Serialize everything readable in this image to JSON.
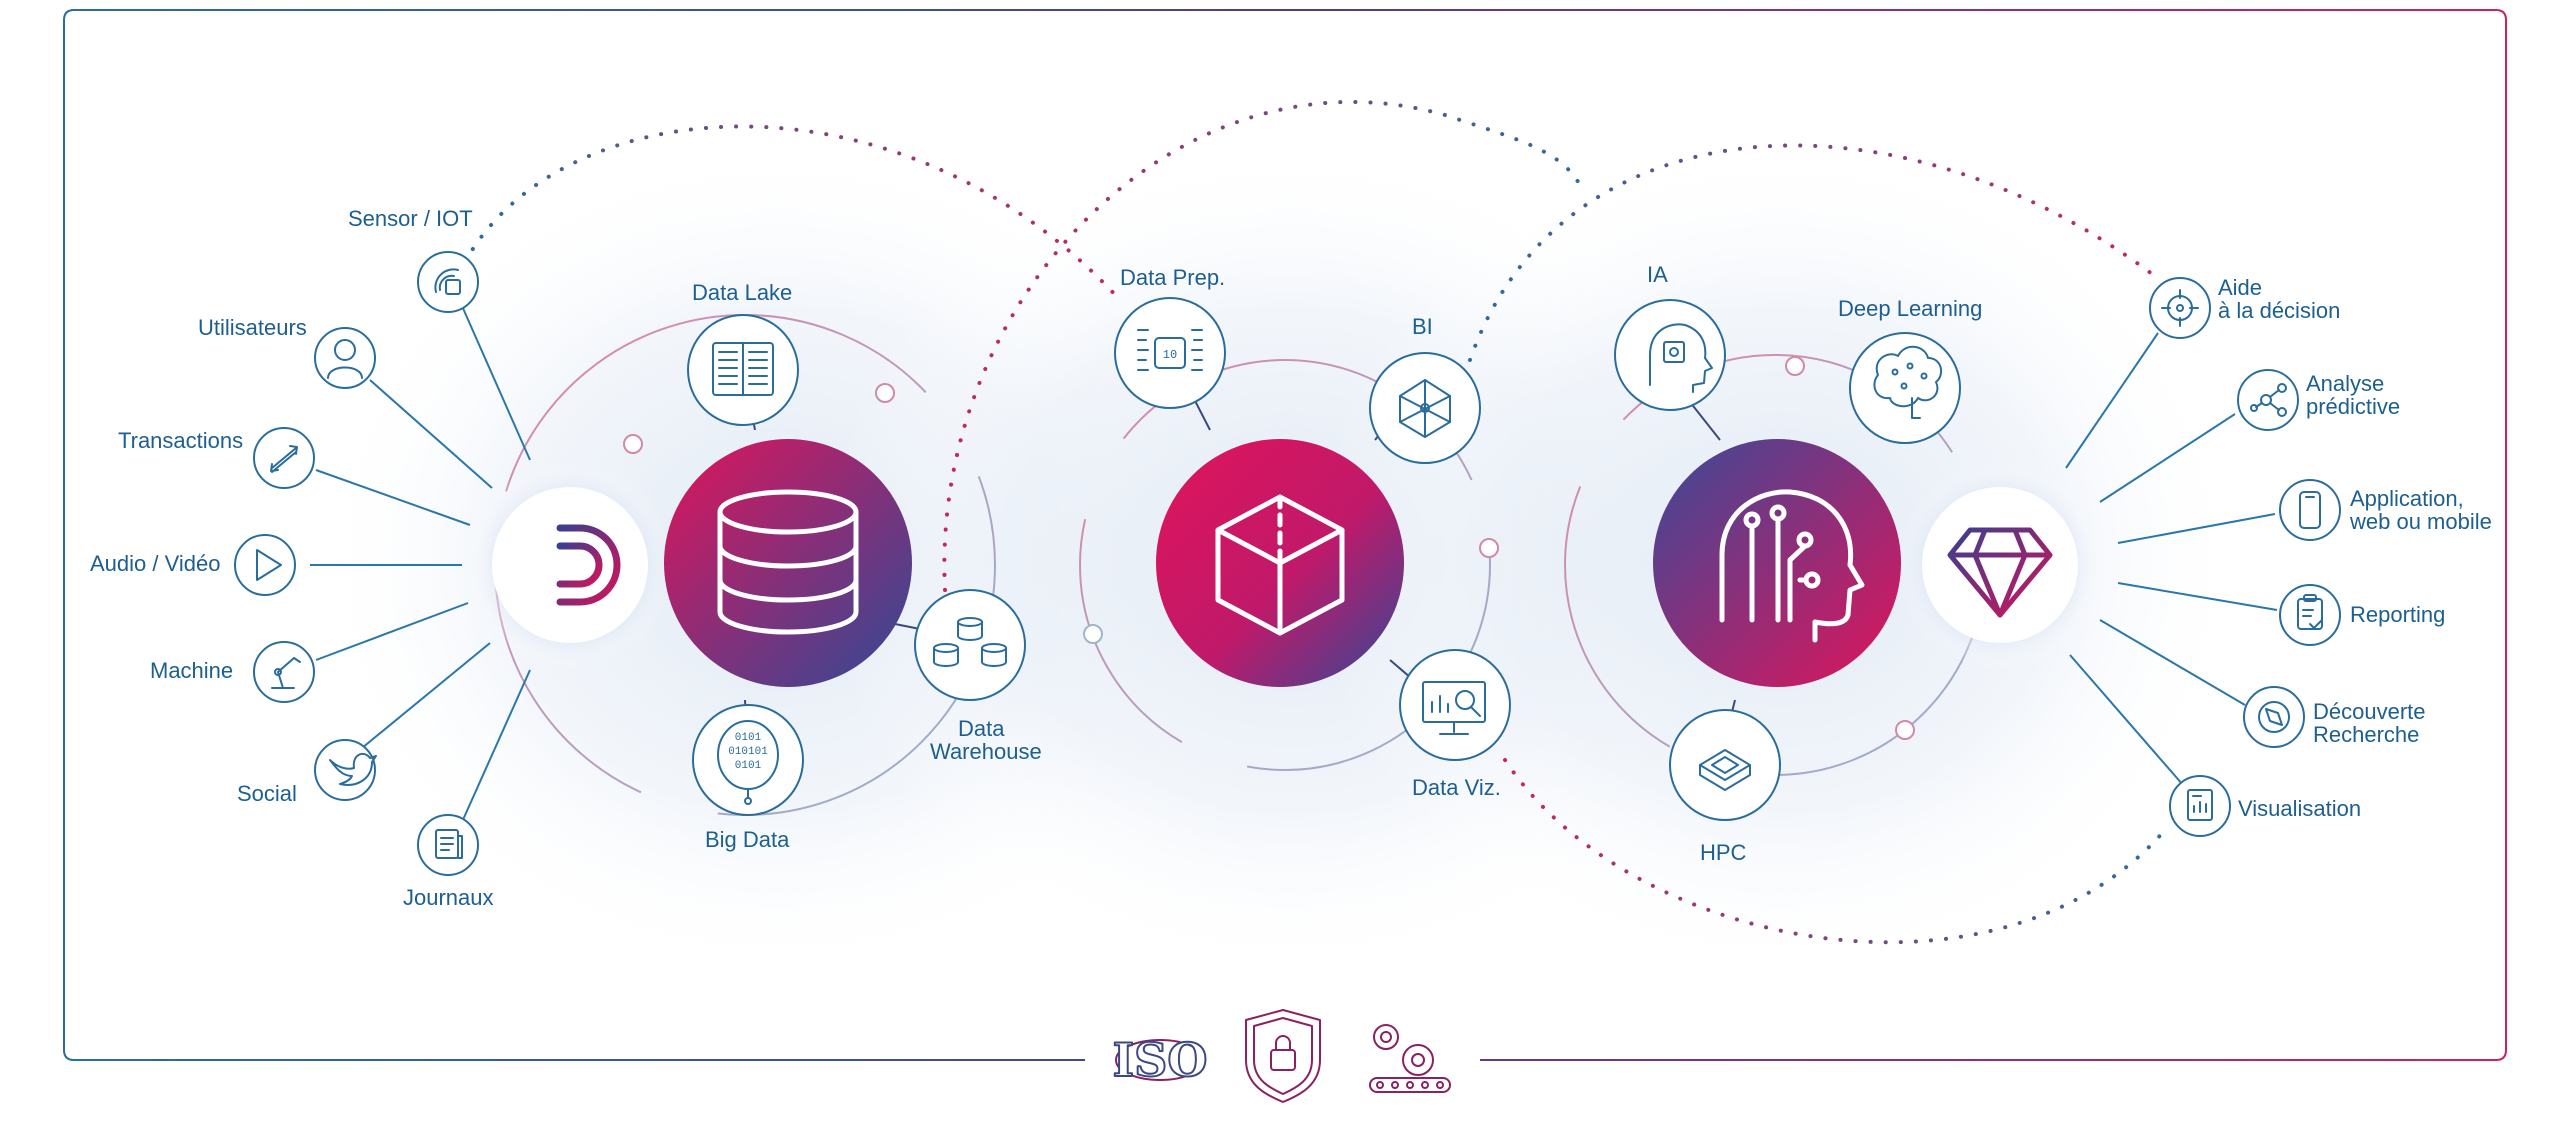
{
  "sources": [
    {
      "label": "Sensor / IOT",
      "icon": "sensor-icon"
    },
    {
      "label": "Utilisateurs",
      "icon": "user-icon"
    },
    {
      "label": "Transactions",
      "icon": "transactions-icon"
    },
    {
      "label": "Audio / Vidéo",
      "icon": "play-icon"
    },
    {
      "label": "Machine",
      "icon": "robot-arm-icon"
    },
    {
      "label": "Social",
      "icon": "twitter-icon"
    },
    {
      "label": "Journaux",
      "icon": "newspaper-icon"
    }
  ],
  "storage": {
    "hub_icon": "database-icon",
    "nodes": [
      {
        "label": "Data Lake",
        "icon": "documents-icon"
      },
      {
        "label": "Big Data",
        "icon": "binary-data-icon"
      },
      {
        "label_line1": "Data",
        "label_line2": "Warehouse",
        "icon": "warehouse-icon"
      }
    ]
  },
  "processing": {
    "hub_icon": "cube-icon",
    "nodes": [
      {
        "label": "Data Prep.",
        "icon": "data-prep-icon"
      },
      {
        "label": "BI",
        "icon": "network-icon"
      },
      {
        "label": "Data Viz.",
        "icon": "chart-magnifier-icon"
      }
    ]
  },
  "intelligence": {
    "hub_icon": "ai-head-icon",
    "nodes": [
      {
        "label": "IA",
        "icon": "ai-chip-head-icon"
      },
      {
        "label": "Deep Learning",
        "icon": "brain-icon"
      },
      {
        "label": "HPC",
        "icon": "processor-icon"
      }
    ]
  },
  "outputs": [
    {
      "label_line1": "Aide",
      "label_line2": "à la décision",
      "icon": "target-icon"
    },
    {
      "label_line1": "Analyse",
      "label_line2": "prédictive",
      "icon": "predictive-icon"
    },
    {
      "label_line1": "Application,",
      "label_line2": "web ou mobile",
      "icon": "mobile-icon"
    },
    {
      "label_line1": "Reporting",
      "label_line2": "",
      "icon": "clipboard-check-icon"
    },
    {
      "label_line1": "Découverte",
      "label_line2": "Recherche",
      "icon": "compass-icon"
    },
    {
      "label_line1": "Visualisation",
      "label_line2": "",
      "icon": "report-chart-icon"
    }
  ],
  "footer": {
    "iso_text": "ISO",
    "icons": [
      "iso-badge-icon",
      "shield-lock-icon",
      "gears-conveyor-icon"
    ]
  },
  "colors": {
    "blue": "#2a6d9c",
    "navy": "#3a3f8f",
    "crimson": "#d2135a",
    "text": "#1d5f8f"
  }
}
